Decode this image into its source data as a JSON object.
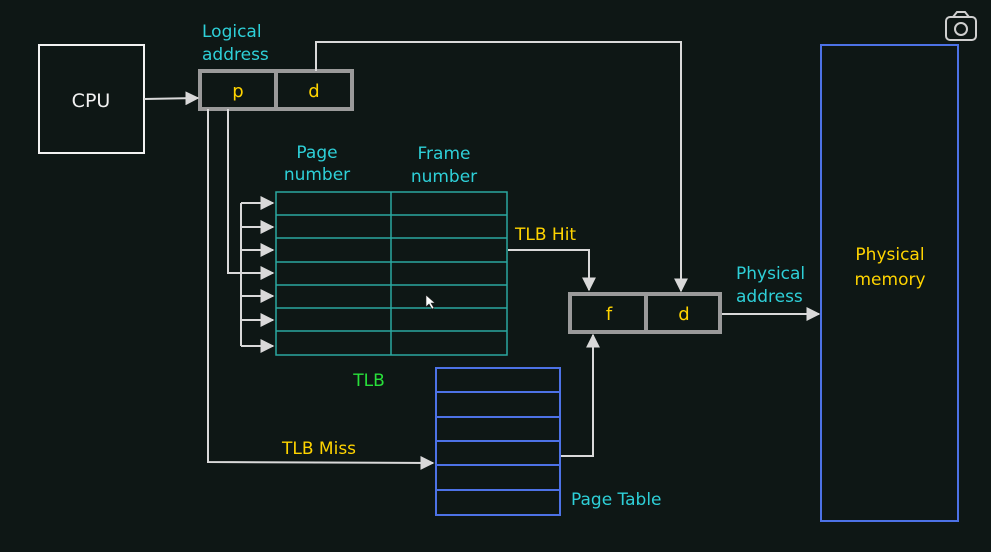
{
  "colors": {
    "background": "#0e1715",
    "white": "#f2f2f2",
    "cyan": "#2ed0d8",
    "yellow": "#ffd400",
    "green": "#28e03a",
    "blue": "#4d72e6",
    "teal_grid": "#2aa7a0",
    "arrow": "#d9d9d9"
  },
  "cpu": {
    "label": "CPU"
  },
  "logical_address": {
    "title_line1": "Logical",
    "title_line2": "address",
    "p": "p",
    "d": "d"
  },
  "tlb": {
    "col1_line1": "Page",
    "col1_line2": "number",
    "col2_line1": "Frame",
    "col2_line2": "number",
    "label": "TLB",
    "rows": 7
  },
  "tlb_hit": {
    "label": "TLB Hit"
  },
  "tlb_miss": {
    "label": "TLB Miss"
  },
  "page_table": {
    "label": "Page Table",
    "rows": 6
  },
  "physical_address": {
    "title_line1": "Physical",
    "title_line2": "address",
    "f": "f",
    "d": "d"
  },
  "physical_memory": {
    "label_line1": "Physical",
    "label_line2": "memory"
  },
  "icons": {
    "camera": "camera-icon",
    "cursor": "mouse-cursor-icon"
  }
}
